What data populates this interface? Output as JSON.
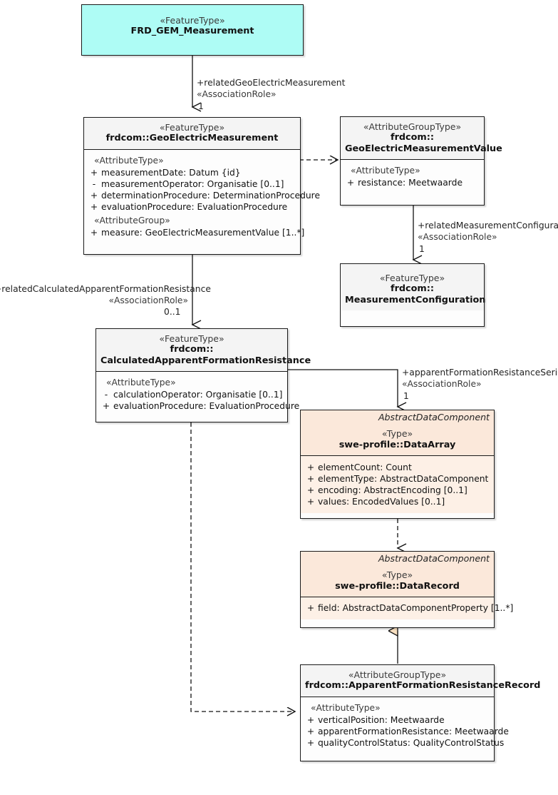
{
  "diagram": {
    "type": "uml-class-diagram",
    "title": "FRD_GEM_Measurement",
    "colors": {
      "feature_type_highlight": "#aefcf5",
      "class_header": "#f4f4f4",
      "class_body": "#fdfdfd",
      "swe_type_header": "#fbe8da",
      "swe_type_body": "#fdf0e6",
      "generalization_fill": "#f8dfc0",
      "border": "#1a1a1a"
    }
  },
  "classes": {
    "frd_gem_measurement": {
      "stereotype": "«FeatureType»",
      "name": "FRD_GEM_Measurement"
    },
    "geo_electric_measurement": {
      "stereotype": "«FeatureType»",
      "name": "frdcom::GeoElectricMeasurement",
      "groups": [
        {
          "label": "«AttributeType»",
          "attributes": [
            {
              "visibility": "+",
              "signature": "measurementDate: Datum {id}"
            },
            {
              "visibility": "-",
              "signature": "measurementOperator: Organisatie [0..1]"
            },
            {
              "visibility": "+",
              "signature": "determinationProcedure: DeterminationProcedure"
            },
            {
              "visibility": "+",
              "signature": "evaluationProcedure: EvaluationProcedure"
            }
          ]
        },
        {
          "label": "«AttributeGroup»",
          "attributes": [
            {
              "visibility": "+",
              "signature": "measure: GeoElectricMeasurementValue [1..*]"
            }
          ]
        }
      ]
    },
    "geo_electric_measurement_value": {
      "stereotype": "«AttributeGroupType»",
      "name_line1": "frdcom::",
      "name_line2": "GeoElectricMeasurementValue",
      "groups": [
        {
          "label": "«AttributeType»",
          "attributes": [
            {
              "visibility": "+",
              "signature": "resistance: Meetwaarde"
            }
          ]
        }
      ]
    },
    "measurement_configuration": {
      "stereotype": "«FeatureType»",
      "name_line1": "frdcom::",
      "name_line2": "MeasurementConfiguration"
    },
    "calculated_apparent_formation_resistance": {
      "stereotype": "«FeatureType»",
      "name_line1": "frdcom::",
      "name_line2": "CalculatedApparentFormationResistance",
      "groups": [
        {
          "label": "«AttributeType»",
          "attributes": [
            {
              "visibility": "-",
              "signature": "calculationOperator: Organisatie [0..1]"
            },
            {
              "visibility": "+",
              "signature": "evaluationProcedure: EvaluationProcedure"
            }
          ]
        }
      ]
    },
    "data_array": {
      "abstract_label": "AbstractDataComponent",
      "stereotype": "«Type»",
      "name": "swe-profile::DataArray",
      "attributes": [
        {
          "visibility": "+",
          "signature": "elementCount: Count"
        },
        {
          "visibility": "+",
          "signature": "elementType: AbstractDataComponent"
        },
        {
          "visibility": "+",
          "signature": "encoding: AbstractEncoding [0..1]"
        },
        {
          "visibility": "+",
          "signature": "values: EncodedValues [0..1]"
        }
      ]
    },
    "data_record": {
      "abstract_label": "AbstractDataComponent",
      "stereotype": "«Type»",
      "name": "swe-profile::DataRecord",
      "attributes": [
        {
          "visibility": "+",
          "signature": "field: AbstractDataComponentProperty [1..*]"
        }
      ]
    },
    "apparent_formation_resistance_record": {
      "stereotype": "«AttributeGroupType»",
      "name": "frdcom::ApparentFormationResistanceRecord",
      "groups": [
        {
          "label": "«AttributeType»",
          "attributes": [
            {
              "visibility": "+",
              "signature": "verticalPosition: Meetwaarde"
            },
            {
              "visibility": "+",
              "signature": "apparentFormationResistance: Meetwaarde"
            },
            {
              "visibility": "+",
              "signature": "qualityControlStatus: QualityControlStatus"
            }
          ]
        }
      ]
    }
  },
  "associations": [
    {
      "id": "rel-geo-electric-measurement",
      "role": "+relatedGeoElectricMeasurement",
      "stereotype": "«AssociationRole»",
      "multiplicity": "1",
      "from": "frd_gem_measurement",
      "to": "geo_electric_measurement"
    },
    {
      "id": "rel-measurement-configuration",
      "role": "+relatedMeasurementConfiguration",
      "stereotype": "«AssociationRole»",
      "multiplicity": "1",
      "from": "geo_electric_measurement_value",
      "to": "measurement_configuration"
    },
    {
      "id": "rel-calculated-apparent-formation-resistance",
      "role": "+relatedCalculatedApparentFormationResistance",
      "stereotype": "«AssociationRole»",
      "multiplicity": "0..1",
      "from": "geo_electric_measurement",
      "to": "calculated_apparent_formation_resistance"
    },
    {
      "id": "rel-apparent-formation-resistance-series",
      "role": "+apparentFormationResistanceSeries",
      "stereotype": "«AssociationRole»",
      "multiplicity": "1",
      "from": "calculated_apparent_formation_resistance",
      "to": "data_array"
    }
  ],
  "dependencies": [
    {
      "from": "geo_electric_measurement",
      "to": "geo_electric_measurement_value",
      "style": "dashed-open-arrow"
    },
    {
      "from": "data_array",
      "to": "data_record",
      "style": "dashed-open-arrow"
    },
    {
      "from": "calculated_apparent_formation_resistance",
      "to": "apparent_formation_resistance_record",
      "style": "dashed-open-arrow"
    }
  ],
  "generalizations": [
    {
      "from": "apparent_formation_resistance_record",
      "to": "data_record",
      "style": "hollow-triangle"
    }
  ]
}
